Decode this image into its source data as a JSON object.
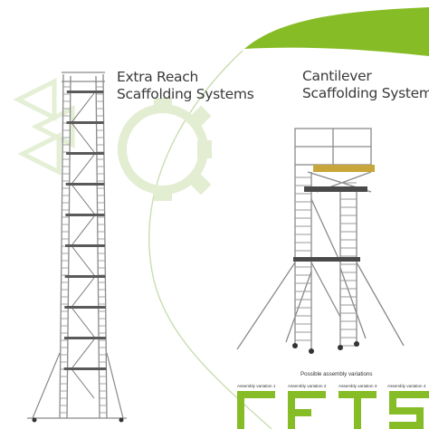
{
  "headings": {
    "extra_reach": [
      "Extra Reach",
      "Scaffolding Systems"
    ],
    "cantilever": [
      "Cantilever",
      "Scaffolding Systems"
    ]
  },
  "assembly": {
    "title": "Possible assembly variations",
    "variations": [
      "Assembly variation 1",
      "Assembly variation 2",
      "Assembly variation 3",
      "Assembly variation 4"
    ]
  },
  "colors": {
    "accent_green": "#86bc25",
    "light_green": "#dfeec3",
    "frame_gray": "#8a8a8a",
    "text": "#3a3a3a"
  }
}
